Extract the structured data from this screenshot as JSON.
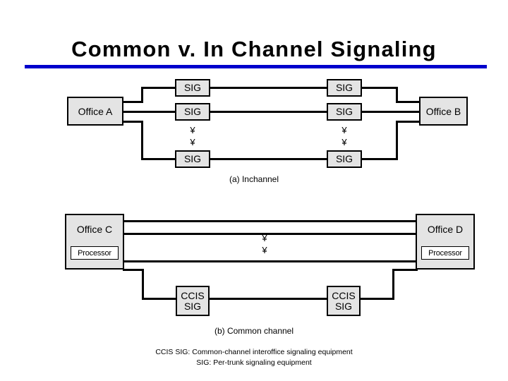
{
  "slide": {
    "title": "Common v. In Channel Signaling",
    "accent_color": "#0000cc",
    "node_fill": "#e4e4e4",
    "line_color": "#000000"
  },
  "diagram_a": {
    "caption": "(a) Inchannel",
    "left_office": "Office A",
    "right_office": "Office B",
    "sig_left_top": "SIG",
    "sig_left_middle": "SIG",
    "sig_left_bottom": "SIG",
    "sig_right_top": "SIG",
    "sig_right_middle": "SIG",
    "sig_right_bottom": "SIG",
    "ellipsis_left": "¥\n¥",
    "ellipsis_right": "¥\n¥"
  },
  "diagram_b": {
    "caption": "(b) Common channel",
    "left_office": "Office C",
    "right_office": "Office D",
    "left_processor": "Processor",
    "right_processor": "Processor",
    "ccis_left_line1": "CCIS",
    "ccis_left_line2": "SIG",
    "ccis_right_line1": "CCIS",
    "ccis_right_line2": "SIG",
    "ellipsis_middle": "¥\n¥"
  },
  "legend": {
    "line1": "CCIS SIG: Common-channel interoffice signaling equipment",
    "line2": "SIG: Per-trunk signaling equipment"
  }
}
